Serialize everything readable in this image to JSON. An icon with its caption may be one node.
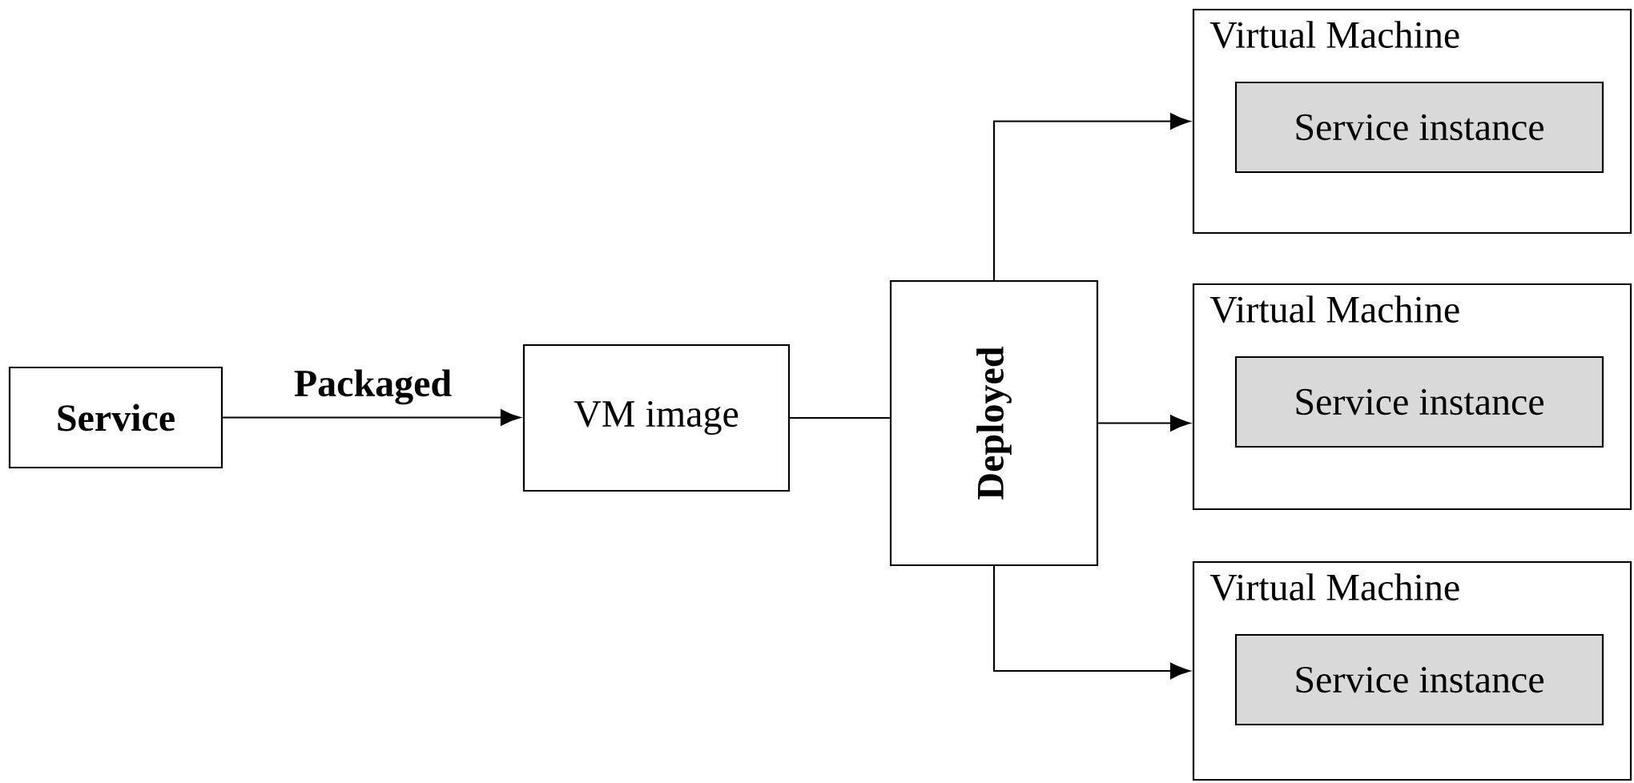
{
  "diagram": {
    "nodes": [
      {
        "text": [
          "Service"
        ]
      },
      {
        "text": [
          "VM image"
        ]
      },
      {
        "text": [
          "Deployed"
        ]
      },
      {
        "text": [
          "Virtual Machine"
        ]
      },
      {
        "text": [
          "Service instance"
        ],
        "in": 3
      },
      {
        "text": [
          "Virtual Machine"
        ]
      },
      {
        "text": [
          "Service instance"
        ],
        "in": 5
      },
      {
        "text": [
          "Virtual Machine"
        ]
      },
      {
        "text": [
          "Service instance"
        ],
        "in": 7
      }
    ],
    "edges": [
      {
        "from": 0,
        "to": 1,
        "arrow": "to",
        "label": "Packaged"
      },
      {
        "from": 1,
        "to": 2,
        "arrow": "none"
      },
      {
        "from": 2,
        "to": 3,
        "arrow": "to"
      },
      {
        "from": 2,
        "to": 5,
        "arrow": "to"
      },
      {
        "from": 2,
        "to": 7,
        "arrow": "to"
      }
    ]
  }
}
